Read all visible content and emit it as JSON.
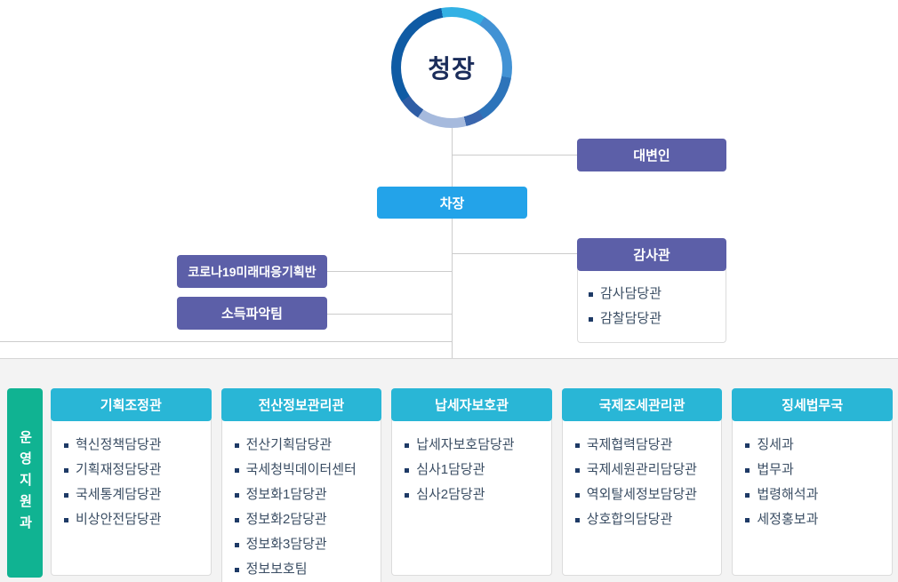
{
  "org_chart": {
    "chief": {
      "label": "청장"
    },
    "spokesperson": {
      "label": "대변인"
    },
    "deputy_commissioner": {
      "label": "차장"
    },
    "taskforces": [
      {
        "label": "코로나19미래대응기획반"
      },
      {
        "label": "소득파악팀"
      }
    ],
    "auditor": {
      "label": "감사관",
      "items": [
        "감사담당관",
        "감찰담당관"
      ]
    },
    "operations_support": {
      "label": "운영지원과"
    },
    "departments": [
      {
        "label": "기획조정관",
        "items": [
          "혁신정책담당관",
          "기획재정담당관",
          "국세통계담당관",
          "비상안전담당관"
        ]
      },
      {
        "label": "전산정보관리관",
        "items": [
          "전산기획담당관",
          "국세청빅데이터센터",
          "정보화1담당관",
          "정보화2담당관",
          "정보화3담당관",
          "정보보호팀"
        ]
      },
      {
        "label": "납세자보호관",
        "items": [
          "납세자보호담당관",
          "심사1담당관",
          "심사2담당관"
        ]
      },
      {
        "label": "국제조세관리관",
        "items": [
          "국제협력담당관",
          "국제세원관리담당관",
          "역외탈세정보담당관",
          "상호합의담당관"
        ]
      },
      {
        "label": "징세법무국",
        "items": [
          "징세과",
          "법무과",
          "법령해석과",
          "세정홍보과"
        ]
      }
    ],
    "colors": {
      "purple_box": "#5c5fa8",
      "blue_box": "#23a3e9",
      "cyan_header": "#29b6d6",
      "green_box": "#10b392",
      "ring_dark_blue": "#0f5ba4",
      "ring_light_blue": "#33b1e4",
      "ring_pale_blue": "#a6badd",
      "item_text": "#3a4d63",
      "bullet": "#1e3a66",
      "connector": "#cccccc",
      "panel_background": "#f3f3f3"
    }
  }
}
